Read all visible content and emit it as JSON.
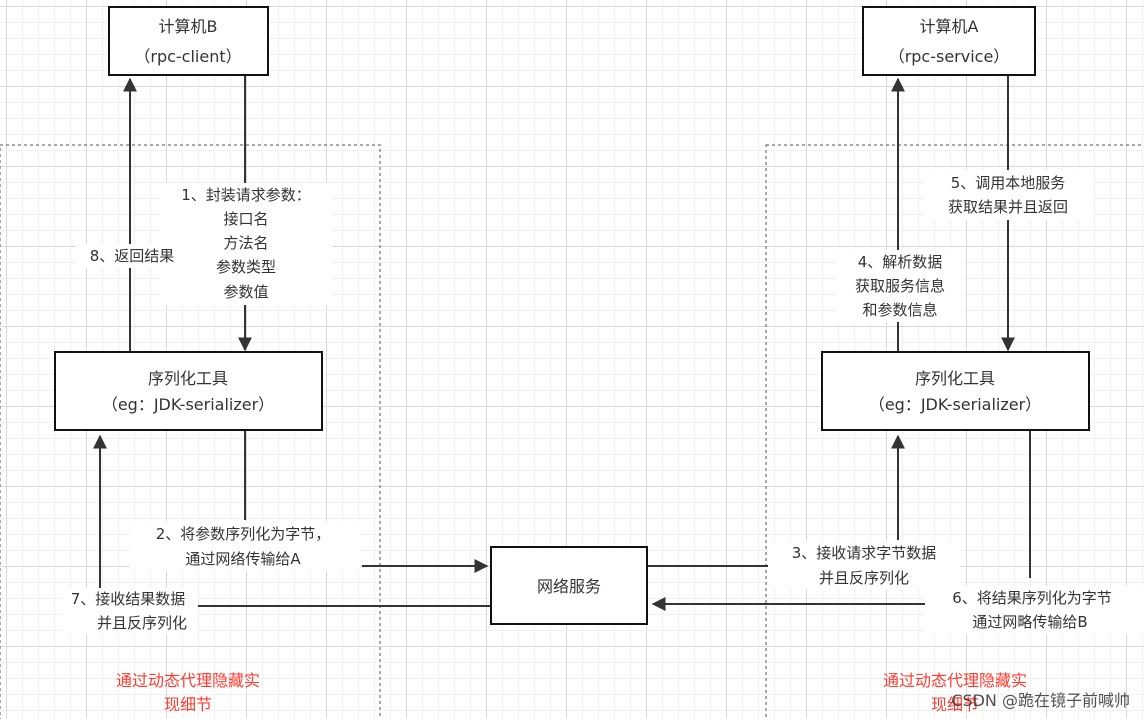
{
  "colors": {
    "line": "#333333",
    "box_border": "#111111",
    "dashed_border": "#555555",
    "note_red": "#ff3b30"
  },
  "boxes": {
    "computer_b": {
      "line1": "计算机B",
      "line2": "（rpc-client）"
    },
    "computer_a": {
      "line1": "计算机A",
      "line2": "（rpc-service）"
    },
    "serializer_left": {
      "line1": "序列化工具",
      "line2": "（eg：JDK-serializer）"
    },
    "serializer_right": {
      "line1": "序列化工具",
      "line2": "（eg：JDK-serializer）"
    },
    "network": {
      "line1": "网络服务"
    }
  },
  "steps": {
    "step1": [
      "1、封装请求参数：",
      "接口名",
      "方法名",
      "参数类型",
      "参数值"
    ],
    "step2": [
      "2、将参数序列化为字节，",
      "通过网络传输给A"
    ],
    "step3": [
      "3、接收请求字节数据",
      "并且反序列化"
    ],
    "step4": [
      "4、解析数据",
      "获取服务信息",
      "和参数信息"
    ],
    "step5": [
      "5、调用本地服务",
      "获取结果并且返回"
    ],
    "step6": [
      "6、将结果序列化为字节",
      "通过网略传输给B"
    ],
    "step7": [
      "7、接收结果数据",
      "并且反序列化"
    ],
    "step8": [
      "8、返回结果"
    ]
  },
  "notes": {
    "left": [
      "通过动态代理隐藏实",
      "现细节"
    ],
    "right": [
      "通过动态代理隐藏实",
      "现细节"
    ]
  },
  "watermark": "CSDN @跪在镜子前喊帅"
}
